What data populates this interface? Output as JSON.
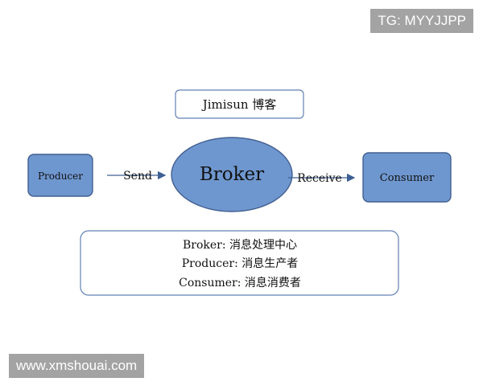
{
  "diagram": {
    "title_box": "Jimisun 博客",
    "producer": "Producer",
    "broker": "Broker",
    "consumer": "Consumer",
    "send": "Send",
    "receive": "Receive",
    "notes": [
      "Broker: 消息处理中心",
      "Producer: 消息生产者",
      "Consumer: 消息消费者"
    ]
  },
  "watermarks": {
    "top_right": "TG: MYYJJPP",
    "bottom_left": "www.xmshouai.com"
  },
  "colors": {
    "node_fill": "#6f97cf",
    "node_stroke": "#425f91",
    "arrow": "#3e5f95",
    "card_stroke": "#6180b4",
    "watermark_bg": "#969696"
  }
}
